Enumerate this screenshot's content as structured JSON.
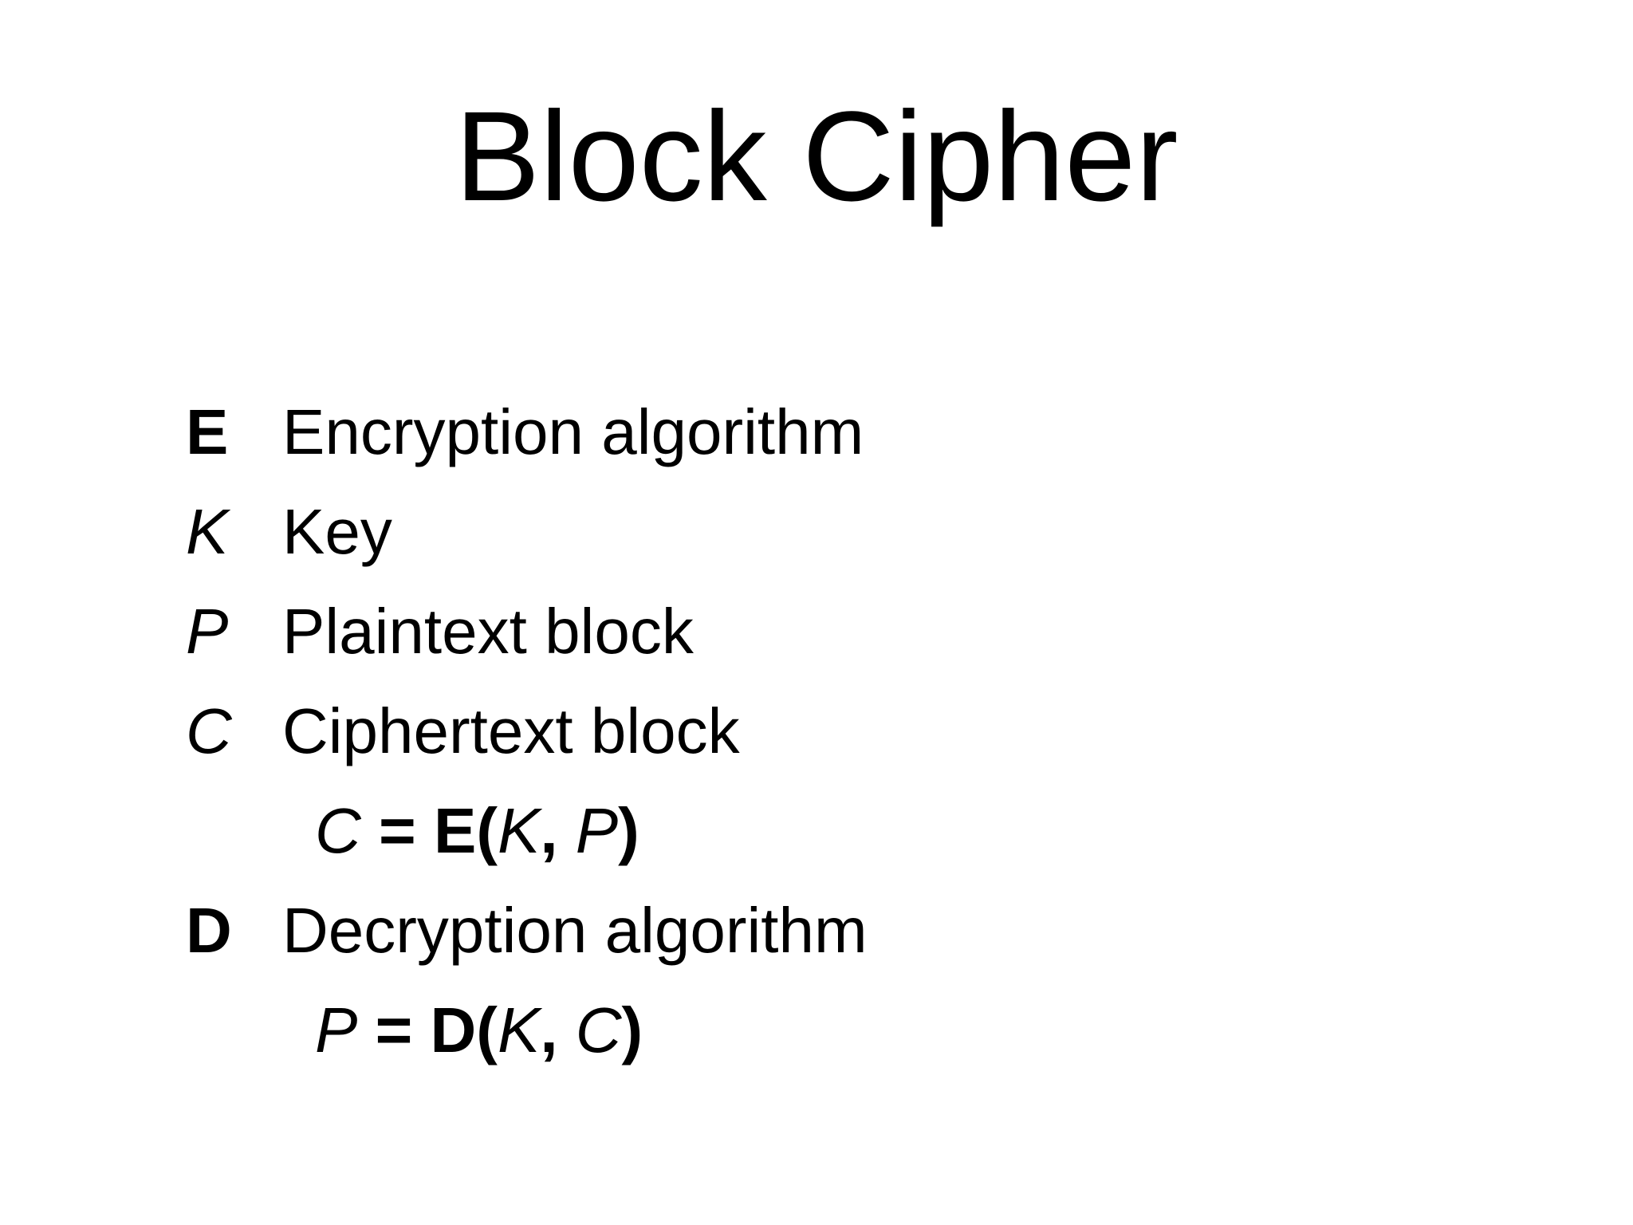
{
  "slide": {
    "title": "Block Cipher",
    "colors": {
      "background": "#ffffff",
      "text": "#000000"
    },
    "rows": [
      {
        "type": "term",
        "letter": "E",
        "letter_style": "bold",
        "text": "Encryption algorithm"
      },
      {
        "type": "term",
        "letter": "K",
        "letter_style": "italic",
        "text": "Key"
      },
      {
        "type": "term",
        "letter": "P",
        "letter_style": "italic",
        "text": "Plaintext block"
      },
      {
        "type": "term",
        "letter": "C",
        "letter_style": "italic",
        "text": "Ciphertext block"
      },
      {
        "type": "formula",
        "name": "encryption-formula",
        "parts": [
          {
            "text": "C",
            "style": "italic"
          },
          {
            "text": " = ",
            "style": "bold"
          },
          {
            "text": "E(",
            "style": "bold"
          },
          {
            "text": "K",
            "style": "italic"
          },
          {
            "text": ", ",
            "style": "bold"
          },
          {
            "text": "P",
            "style": "italic"
          },
          {
            "text": ")",
            "style": "bold"
          }
        ]
      },
      {
        "type": "term",
        "letter": "D",
        "letter_style": "bold",
        "text": "Decryption algorithm"
      },
      {
        "type": "formula",
        "name": "decryption-formula",
        "parts": [
          {
            "text": "P",
            "style": "italic"
          },
          {
            "text": " = ",
            "style": "bold"
          },
          {
            "text": "D(",
            "style": "bold"
          },
          {
            "text": "K",
            "style": "italic"
          },
          {
            "text": ", ",
            "style": "bold"
          },
          {
            "text": "C",
            "style": "italic"
          },
          {
            "text": ")",
            "style": "bold"
          }
        ]
      }
    ]
  }
}
